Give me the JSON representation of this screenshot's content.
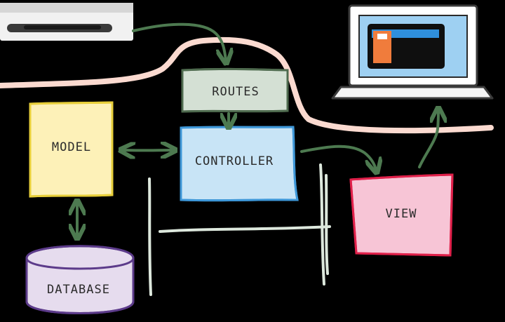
{
  "nodes": {
    "routes": {
      "label": "ROUTES",
      "fill": "#d4e0d4",
      "stroke": "#4f6b4f"
    },
    "model": {
      "label": "MODEL",
      "fill": "#fdf1b8",
      "stroke": "#e8cf3a"
    },
    "controller": {
      "label": "CONTROLLER",
      "fill": "#c8e4f6",
      "stroke": "#3e97d8"
    },
    "view": {
      "label": "VIEW",
      "fill": "#f7c5d6",
      "stroke": "#e0204a"
    },
    "database": {
      "label": "DATABASE",
      "fill": "#e6dcee",
      "stroke": "#5c3b8a"
    }
  },
  "colors": {
    "arrow": "#4d7a50",
    "faint_line": "#dde8dd",
    "pink_path": "#fbdad0",
    "laptop_screen": "#9ed0f2",
    "laptop_body": "#ffffff",
    "browser_bar": "#f1f1f1",
    "accent_orange": "#f07c3c",
    "accent_blue": "#2f8fdc"
  },
  "icons": [
    "browser-window-icon",
    "laptop-icon"
  ]
}
